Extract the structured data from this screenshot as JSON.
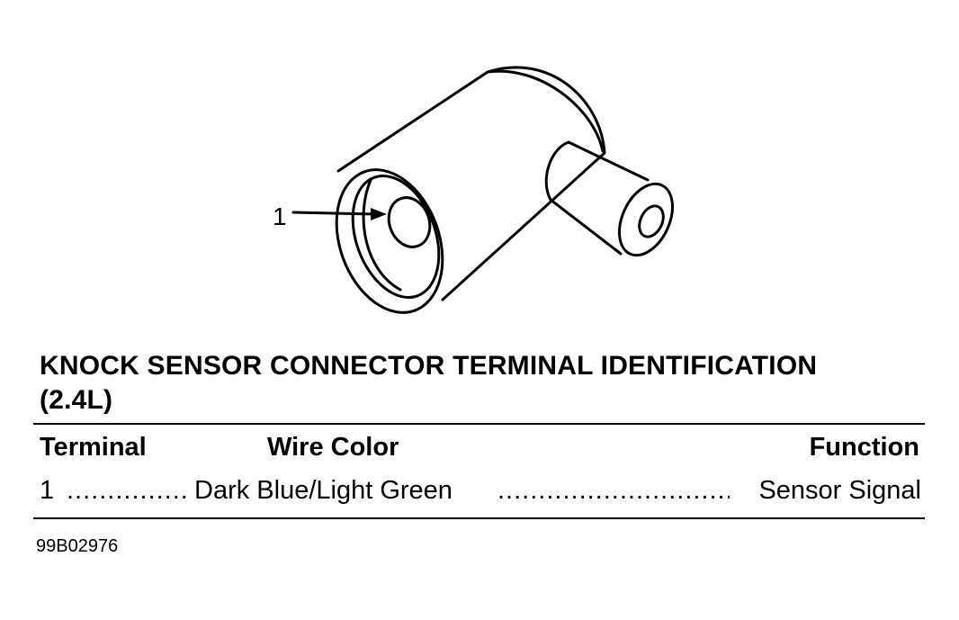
{
  "diagram": {
    "callout_label": "1",
    "title_line1": "KNOCK SENSOR CONNECTOR TERMINAL IDENTIFICATION",
    "title_line2": "(2.4L)"
  },
  "table": {
    "headers": {
      "terminal": "Terminal",
      "wire_color": "Wire Color",
      "function": "Function"
    },
    "rows": [
      {
        "terminal": "1",
        "wire_color": "Dark Blue/Light Green",
        "function": "Sensor Signal"
      }
    ]
  },
  "figure_id": "99B02976"
}
